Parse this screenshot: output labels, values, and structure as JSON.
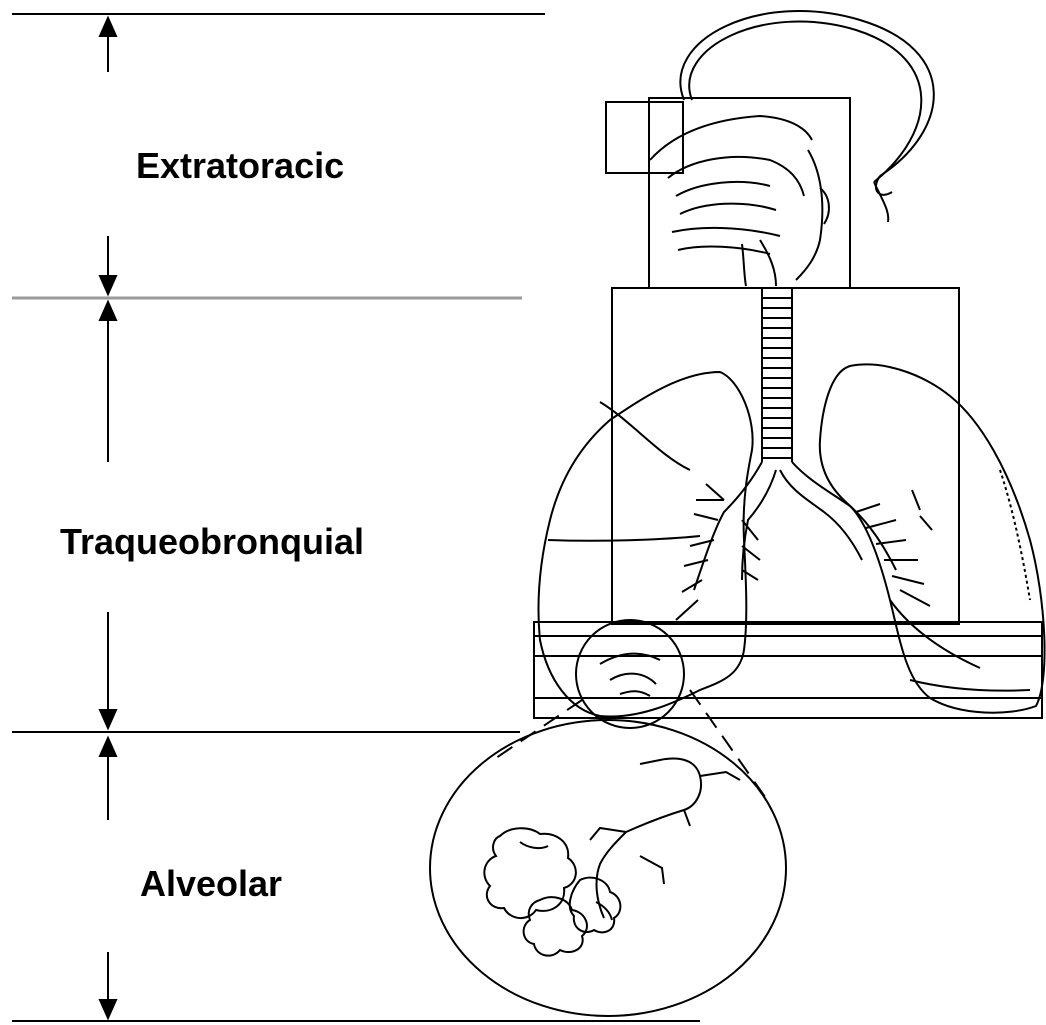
{
  "regions": [
    {
      "id": "extratoracic",
      "label": "Extratoracic"
    },
    {
      "id": "traqueobronquial",
      "label": "Traqueobronquial"
    },
    {
      "id": "alveolar",
      "label": "Alveolar"
    }
  ],
  "colors": {
    "line": "#000000",
    "divider_grey": "#9a9a9a",
    "background": "#ffffff"
  },
  "icons": [
    "head-airway-illustration",
    "lungs-illustration",
    "alveoli-magnified-illustration",
    "dimension-arrow-icon"
  ]
}
